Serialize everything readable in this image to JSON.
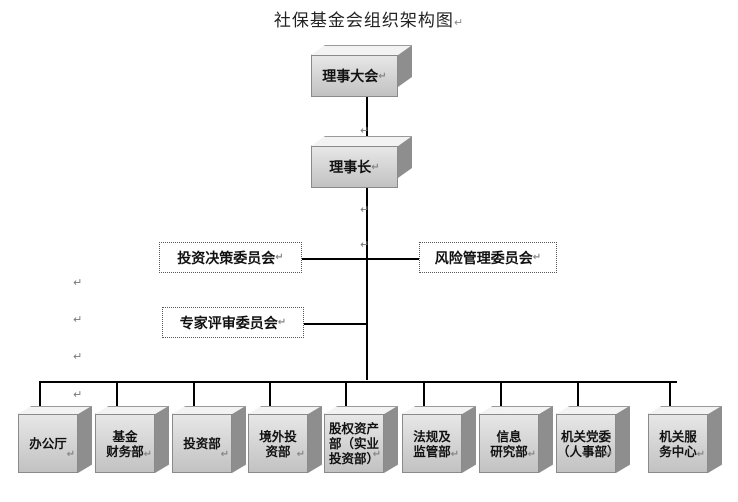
{
  "title": "社保基金会组织架构图",
  "top_nodes": [
    {
      "label": "理事大会"
    },
    {
      "label": "理事长"
    }
  ],
  "committees": [
    {
      "label": "投资决策委员会"
    },
    {
      "label": "风险管理委员会"
    },
    {
      "label": "专家评审委员会"
    }
  ],
  "departments": [
    {
      "label": "办公厅"
    },
    {
      "label": "基金\n财务部"
    },
    {
      "label": "投资部"
    },
    {
      "label": "境外投\n资部"
    },
    {
      "label": "股权资产\n部（实业\n投资部）"
    },
    {
      "label": "法规及\n监管部"
    },
    {
      "label": "信息\n研究部"
    },
    {
      "label": "机关党委\n（人事部）"
    },
    {
      "label": "机关服\n务中心"
    }
  ],
  "paragraph_mark": "↵"
}
